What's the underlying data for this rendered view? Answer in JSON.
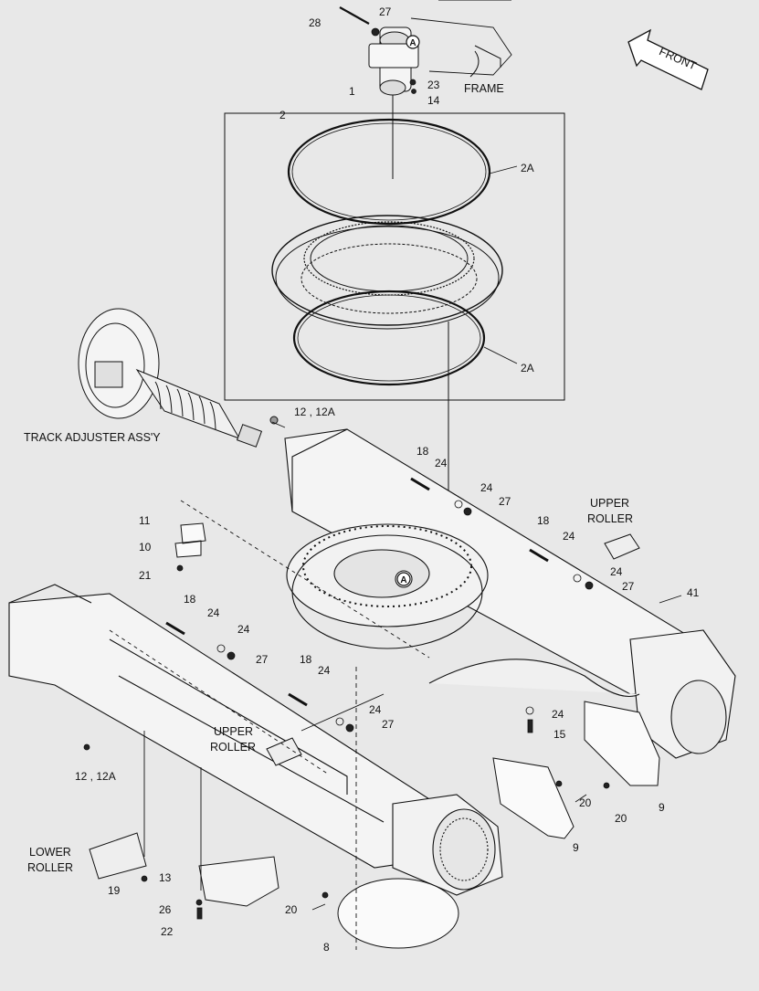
{
  "diagram": {
    "front_label": "FRONT",
    "frame_label": "FRAME",
    "track_adjuster_label": "TRACK ADJUSTER ASS'Y",
    "upper_roller_line1": "UPPER",
    "upper_roller_line2": "ROLLER",
    "lower_roller_line1": "LOWER",
    "lower_roller_line2": "ROLLER",
    "ref_marker": "A",
    "callouts": [
      "28",
      "27",
      "1",
      "23",
      "14",
      "2",
      "2A",
      "2A",
      "12 , 12A",
      "18",
      "24",
      "24",
      "27",
      "18",
      "24",
      "24",
      "27",
      "11",
      "10",
      "21",
      "41",
      "18",
      "24",
      "24",
      "27",
      "18",
      "24",
      "24",
      "27",
      "24",
      "15",
      "12 , 12A",
      "20",
      "20",
      "9",
      "9",
      "13",
      "19",
      "26",
      "22",
      "20",
      "8"
    ]
  }
}
